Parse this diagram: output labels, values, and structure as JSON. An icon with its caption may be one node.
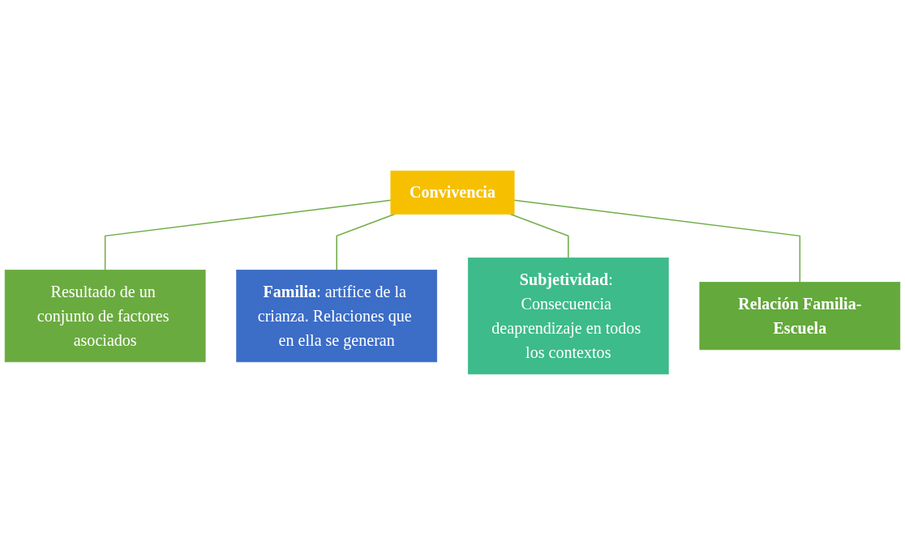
{
  "diagram": {
    "nodes": [
      {
        "text": [
          "Convivencia"
        ]
      },
      {
        "text": [
          "Resultado de un conjunto de factores asociados"
        ]
      },
      {
        "text": [
          "**Familia**: artífice de la crianza. Relaciones que en ella se generan"
        ]
      },
      {
        "text": [
          "**Subjetividad**: Consecuencia deaprendizaje en todos los contextos"
        ]
      },
      {
        "text": [
          "Relación Familia-Escuela"
        ]
      }
    ],
    "edges": [
      {
        "from": 0,
        "to": 1,
        "arrow": "none"
      },
      {
        "from": 0,
        "to": 2,
        "arrow": "none"
      },
      {
        "from": 0,
        "to": 3,
        "arrow": "none"
      },
      {
        "from": 0,
        "to": 4,
        "arrow": "none"
      }
    ]
  }
}
